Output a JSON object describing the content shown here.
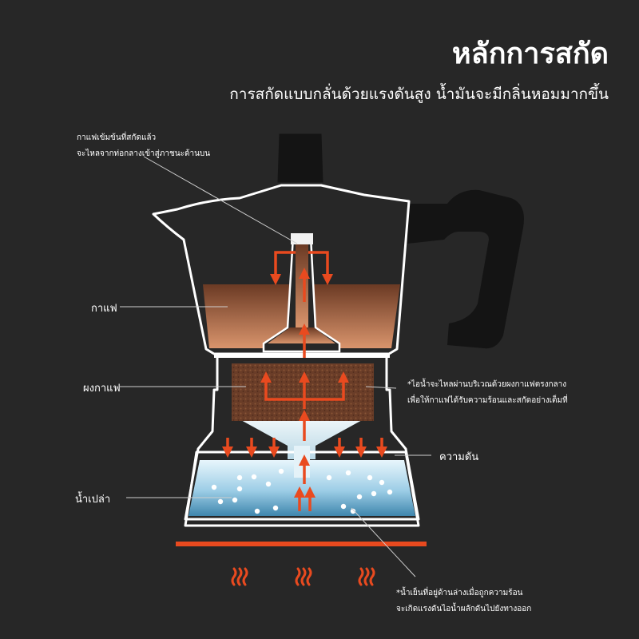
{
  "title": "หลักการสกัด",
  "subtitle": "การสกัดแบบกลั่นด้วยแรงดันสูง น้ำมันจะมีกลิ่นหอมมากขึ้น",
  "labels": {
    "top_note_line1": "กาแฟเข้มข้นที่สกัดแล้ว",
    "top_note_line2": "จะไหลจากท่อกลางเข้าสู่ภาชนะด้านบน",
    "coffee": "กาแฟ",
    "coffee_grounds": "ผงกาแฟ",
    "steam_note_line1": "*ไอน้ำจะไหลผ่านบริเวณด้วยผงกาแฟตรงกลาง",
    "steam_note_line2": "เพื่อให้กาแฟได้รับความร้อนและสกัดอย่างเต็มที่",
    "pressure": "ความดัน",
    "water": "น้ำเปล่า",
    "bottom_note_line1": "*น้ำเย็นที่อยู่ด้านล่างเมื่อถูกความร้อน",
    "bottom_note_line2": "จะเกิดแรงดันไอน้ำผลักดันไปยังทางออก"
  },
  "colors": {
    "background": "#272727",
    "arrow": "#e94a1f",
    "heat": "#e94a1f",
    "outline": "#ffffff",
    "coffee_top": "#6b3a24",
    "coffee_bottom": "#d7926a",
    "grounds": "#6a3d28",
    "water_top": "#d8eef8",
    "water_bottom": "#4f93b6"
  }
}
